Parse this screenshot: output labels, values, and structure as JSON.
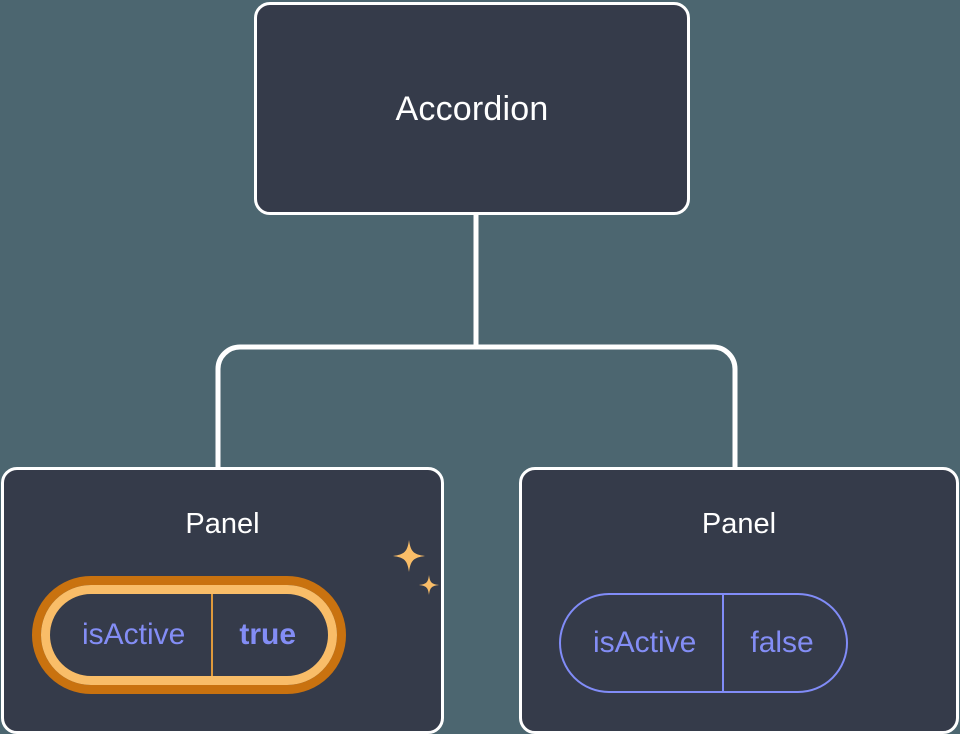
{
  "diagram": {
    "type": "component-tree",
    "background_color": "#4c6670",
    "node_fill_color": "#353b4a",
    "node_border_color": "#ffffff",
    "connector_color": "#ffffff",
    "prop_text_color": "#818cf8",
    "highlight_outer_color": "#c9720f",
    "highlight_inner_color": "#f9bd68",
    "sparkle_color": "#f9bd68"
  },
  "root": {
    "title": "Accordion"
  },
  "children": [
    {
      "title": "Panel",
      "highlighted": true,
      "prop": {
        "key": "isActive",
        "value": "true"
      },
      "sparkle_large": "sparkle-icon",
      "sparkle_small": "sparkle-icon-small"
    },
    {
      "title": "Panel",
      "highlighted": false,
      "prop": {
        "key": "isActive",
        "value": "false"
      }
    }
  ]
}
